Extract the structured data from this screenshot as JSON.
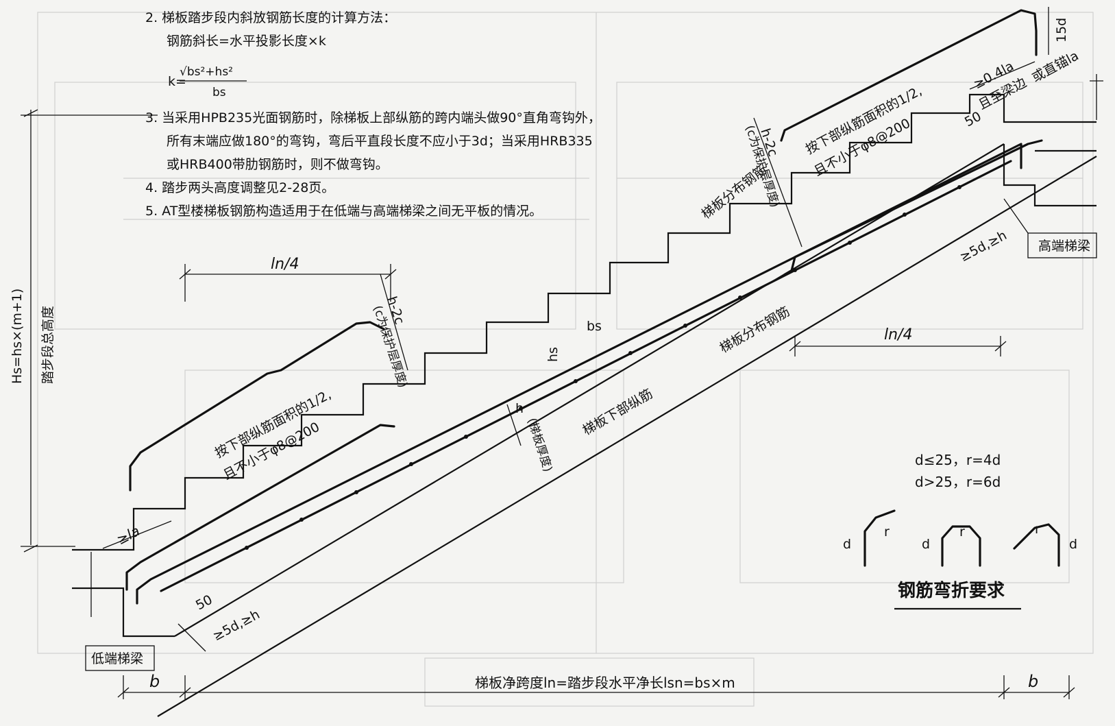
{
  "notes": {
    "n2_title": "2.  梯板踏步段内斜放钢筋长度的计算方法：",
    "n2_formula1": "钢筋斜长=水平投影长度×k",
    "n2_formula_k": "k=",
    "n2_formula_num": "√bs²+hs²",
    "n2_formula_den": "bs",
    "n3_line1": "3.  当采用HPB235光面钢筋时，除梯板上部纵筋的跨内端头做90°直角弯钩外，",
    "n3_line2": "所有末端应做180°的弯钩，弯后平直段长度不应小于3d；当采用HRB335",
    "n3_line3": "或HRB400带肋钢筋时，则不做弯钩。",
    "n4": "4.  踏步两头高度调整见2-28页。",
    "n5": "5.  AT型楼梯板钢筋构造适用于在低端与高端梯梁之间无平板的情况。"
  },
  "labels": {
    "total_height_formula": "Hs=hs×(m+1)",
    "total_height_text": "踏步段总高度",
    "ln4_left": "ln/4",
    "ln4_right": "ln/4",
    "h2c_left": "h-2c",
    "h2c_left_note": "(c为保护层厚度)",
    "h2c_right": "h-2c",
    "h2c_right_note": "(c为保护层厚度)",
    "top_bar_left_1": "按下部纵筋面积的1/2,",
    "top_bar_left_2": "且不小于φ8@200",
    "top_bar_right_1": "按下部纵筋面积的1/2,",
    "top_bar_right_2": "且不小于φ8@200",
    "dist_bar_upper": "梯板分布钢筋",
    "dist_bar_lower": "梯板分布钢筋",
    "bottom_bar": "梯板下部纵筋",
    "thickness_h": "h",
    "thickness_note": "(梯板厚度)",
    "bs": "bs",
    "hs": "hs",
    "la_left": "≥la",
    "anchor_top_1": "≥0.4la",
    "anchor_top_2": "且至梁边",
    "anchor_straight": "或直锚la",
    "dim_50_right": "50",
    "dim_50_left": "50",
    "dim_15d": "15d",
    "ge5d_right": "≥5d,≥h",
    "ge5d_left": "≥5d,≥h",
    "high_beam": "高端梯梁",
    "low_beam": "低端梯梁",
    "b_left": "b",
    "b_right": "b",
    "span_caption": "梯板净跨度ln=踏步段水平净长lsn=bs×m",
    "bend_rule_1": "d≤25，r=4d",
    "bend_rule_2": "d>25，r=6d",
    "bend_title": "钢筋弯折要求",
    "bend_d1": "d",
    "bend_r1": "r",
    "bend_d2": "d",
    "bend_r2": "r",
    "bend_d3": "d",
    "bend_r3": "r"
  }
}
